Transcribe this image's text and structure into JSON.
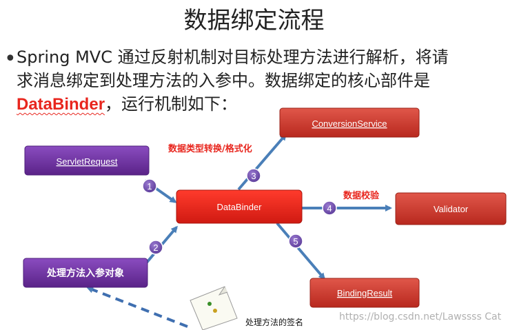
{
  "slide": {
    "title": "数据绑定流程",
    "paragraph_line1": "Spring MVC 通过反射机制对目标处理方法进行解析，将请",
    "paragraph_line2": "求消息绑定到处理方法的入参中。数据绑定的核心部件是",
    "paragraph_highlight": "DataBinder",
    "paragraph_line3_rest": "，运行机制如下："
  },
  "diagram": {
    "nodes": {
      "servlet_request": "ServletRequest",
      "handler_params": "处理方法入参对象",
      "data_binder": "DataBinder",
      "conversion_service": "ConversionService",
      "validator": "Validator",
      "binding_result": "BindingResult"
    },
    "steps": [
      "1",
      "2",
      "3",
      "4",
      "5"
    ],
    "labels": {
      "conversion": "数据类型转换/格式化",
      "validation": "数据校验",
      "signature": "处理方法的签名"
    },
    "colors": {
      "purple_box": "#6b2d9e",
      "red_box": "#e3271f",
      "dark_red_box": "#c8372a",
      "arrow_blue": "#4a7fb8",
      "step_circle": "#6b4aa8",
      "label_red": "#e8261e"
    }
  },
  "watermark": "https://blog.csdn.net/Lawssss Cat"
}
